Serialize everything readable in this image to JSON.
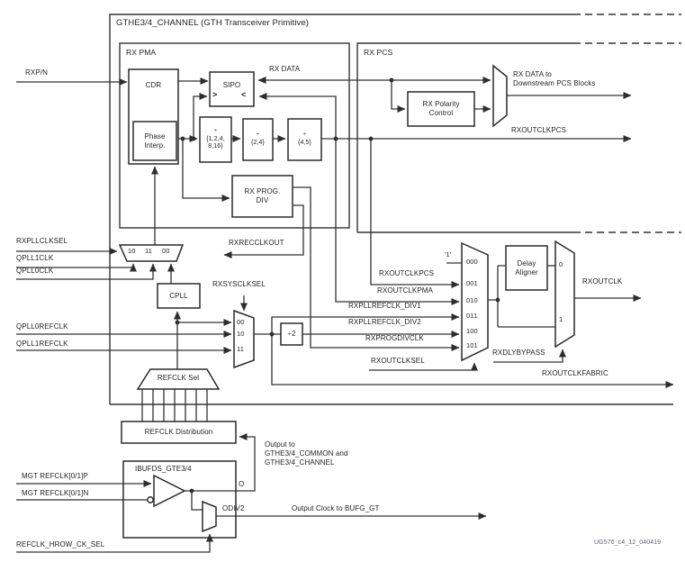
{
  "diagram": {
    "title": "GTHE3/4_CHANNEL (GTH Transceiver Primitive)",
    "blocks": {
      "rx_pma": "RX PMA",
      "rx_pcs": "RX PCS",
      "cdr": "CDR",
      "phase_interp": "Phase\nInterp.",
      "sipo": "SIPO",
      "div1": "÷\n{1,2,4,\n8,16}",
      "div2": "÷\n{2,4}",
      "div3": "÷\n{4,5}",
      "rx_prog_div": "RX PROG.\nDIV",
      "rx_polarity": "RX Polarity\nControl",
      "cpll": "CPLL",
      "div_by_2": "÷2",
      "delay_aligner": "Delay\nAligner",
      "refclk_sel": "REFCLK Sel",
      "refclk_distribution": "REFCLK Distribution",
      "ibufds": "IBUFDS_GTE3/4"
    },
    "signals": {
      "rxpn": "RXP/N",
      "rx_data": "RX DATA",
      "rxoutclkpcs_out": "RXOUTCLKPCS",
      "rxrecclkout": "RXRECCLKOUT",
      "rxpllclksel": "RXPLLCLKSEL",
      "qpll1clk": "QPLL1CLK",
      "qpll0clk": "QPLL0CLK",
      "rxsysclksel": "RXSYSCLKSEL",
      "qpll0refclk": "QPLL0REFCLK",
      "qpll1refclk": "QPLL1REFCLK",
      "rxoutclkpcs": "RXOUTCLKPCS",
      "rxoutclkpma": "RXOUTCLKPMA",
      "rxpllrefclk_div1": "RXPLLREFCLK_DIV1",
      "rxpllrefclk_div2": "RXPLLREFCLK_DIV2",
      "rxprogdivclk": "RXPROGDIVCLK",
      "rxoutclksel": "RXOUTCLKSEL",
      "rxoutclk": "RXOUTCLK",
      "rxdlybypass": "RXDLYBYPASS",
      "rxoutclkfabric": "RXOUTCLKFABRIC",
      "mgt_refclk_p": "MGT REFCLK[0/1]P",
      "mgt_refclk_n": "MGT REFCLK[0/1]N",
      "refclk_hrow_ck_sel": "REFCLK_HROW_CK_SEL",
      "o_pin": "O",
      "odiv2": "ODIV2"
    },
    "ports": {
      "m3_10": "10",
      "m3_11": "11",
      "m3_00": "00",
      "m0_00": "00",
      "m0_10": "10",
      "m0_11": "11",
      "m1_tie": "'1'",
      "m1_000": "000",
      "m1_001": "001",
      "m1_010": "010",
      "m1_011": "011",
      "m1_100": "100",
      "m1_101": "101",
      "m2_0": "0",
      "m2_1": "1",
      "sipo_clk_in": ">",
      "sipo_clk_fb": "<"
    },
    "notes": {
      "rx_data_to": "RX DATA to\nDownstream PCS Blocks",
      "output_to": "Output to\nGTHE3/4_COMMON and\nGTHE3/4_CHANNEL",
      "output_clock": "Output Clock to BUFG_GT",
      "fig_id": "UG576_c4_12_040419"
    },
    "colors": {
      "line": "#333333",
      "text": "#232323",
      "background": "#ffffff"
    }
  }
}
